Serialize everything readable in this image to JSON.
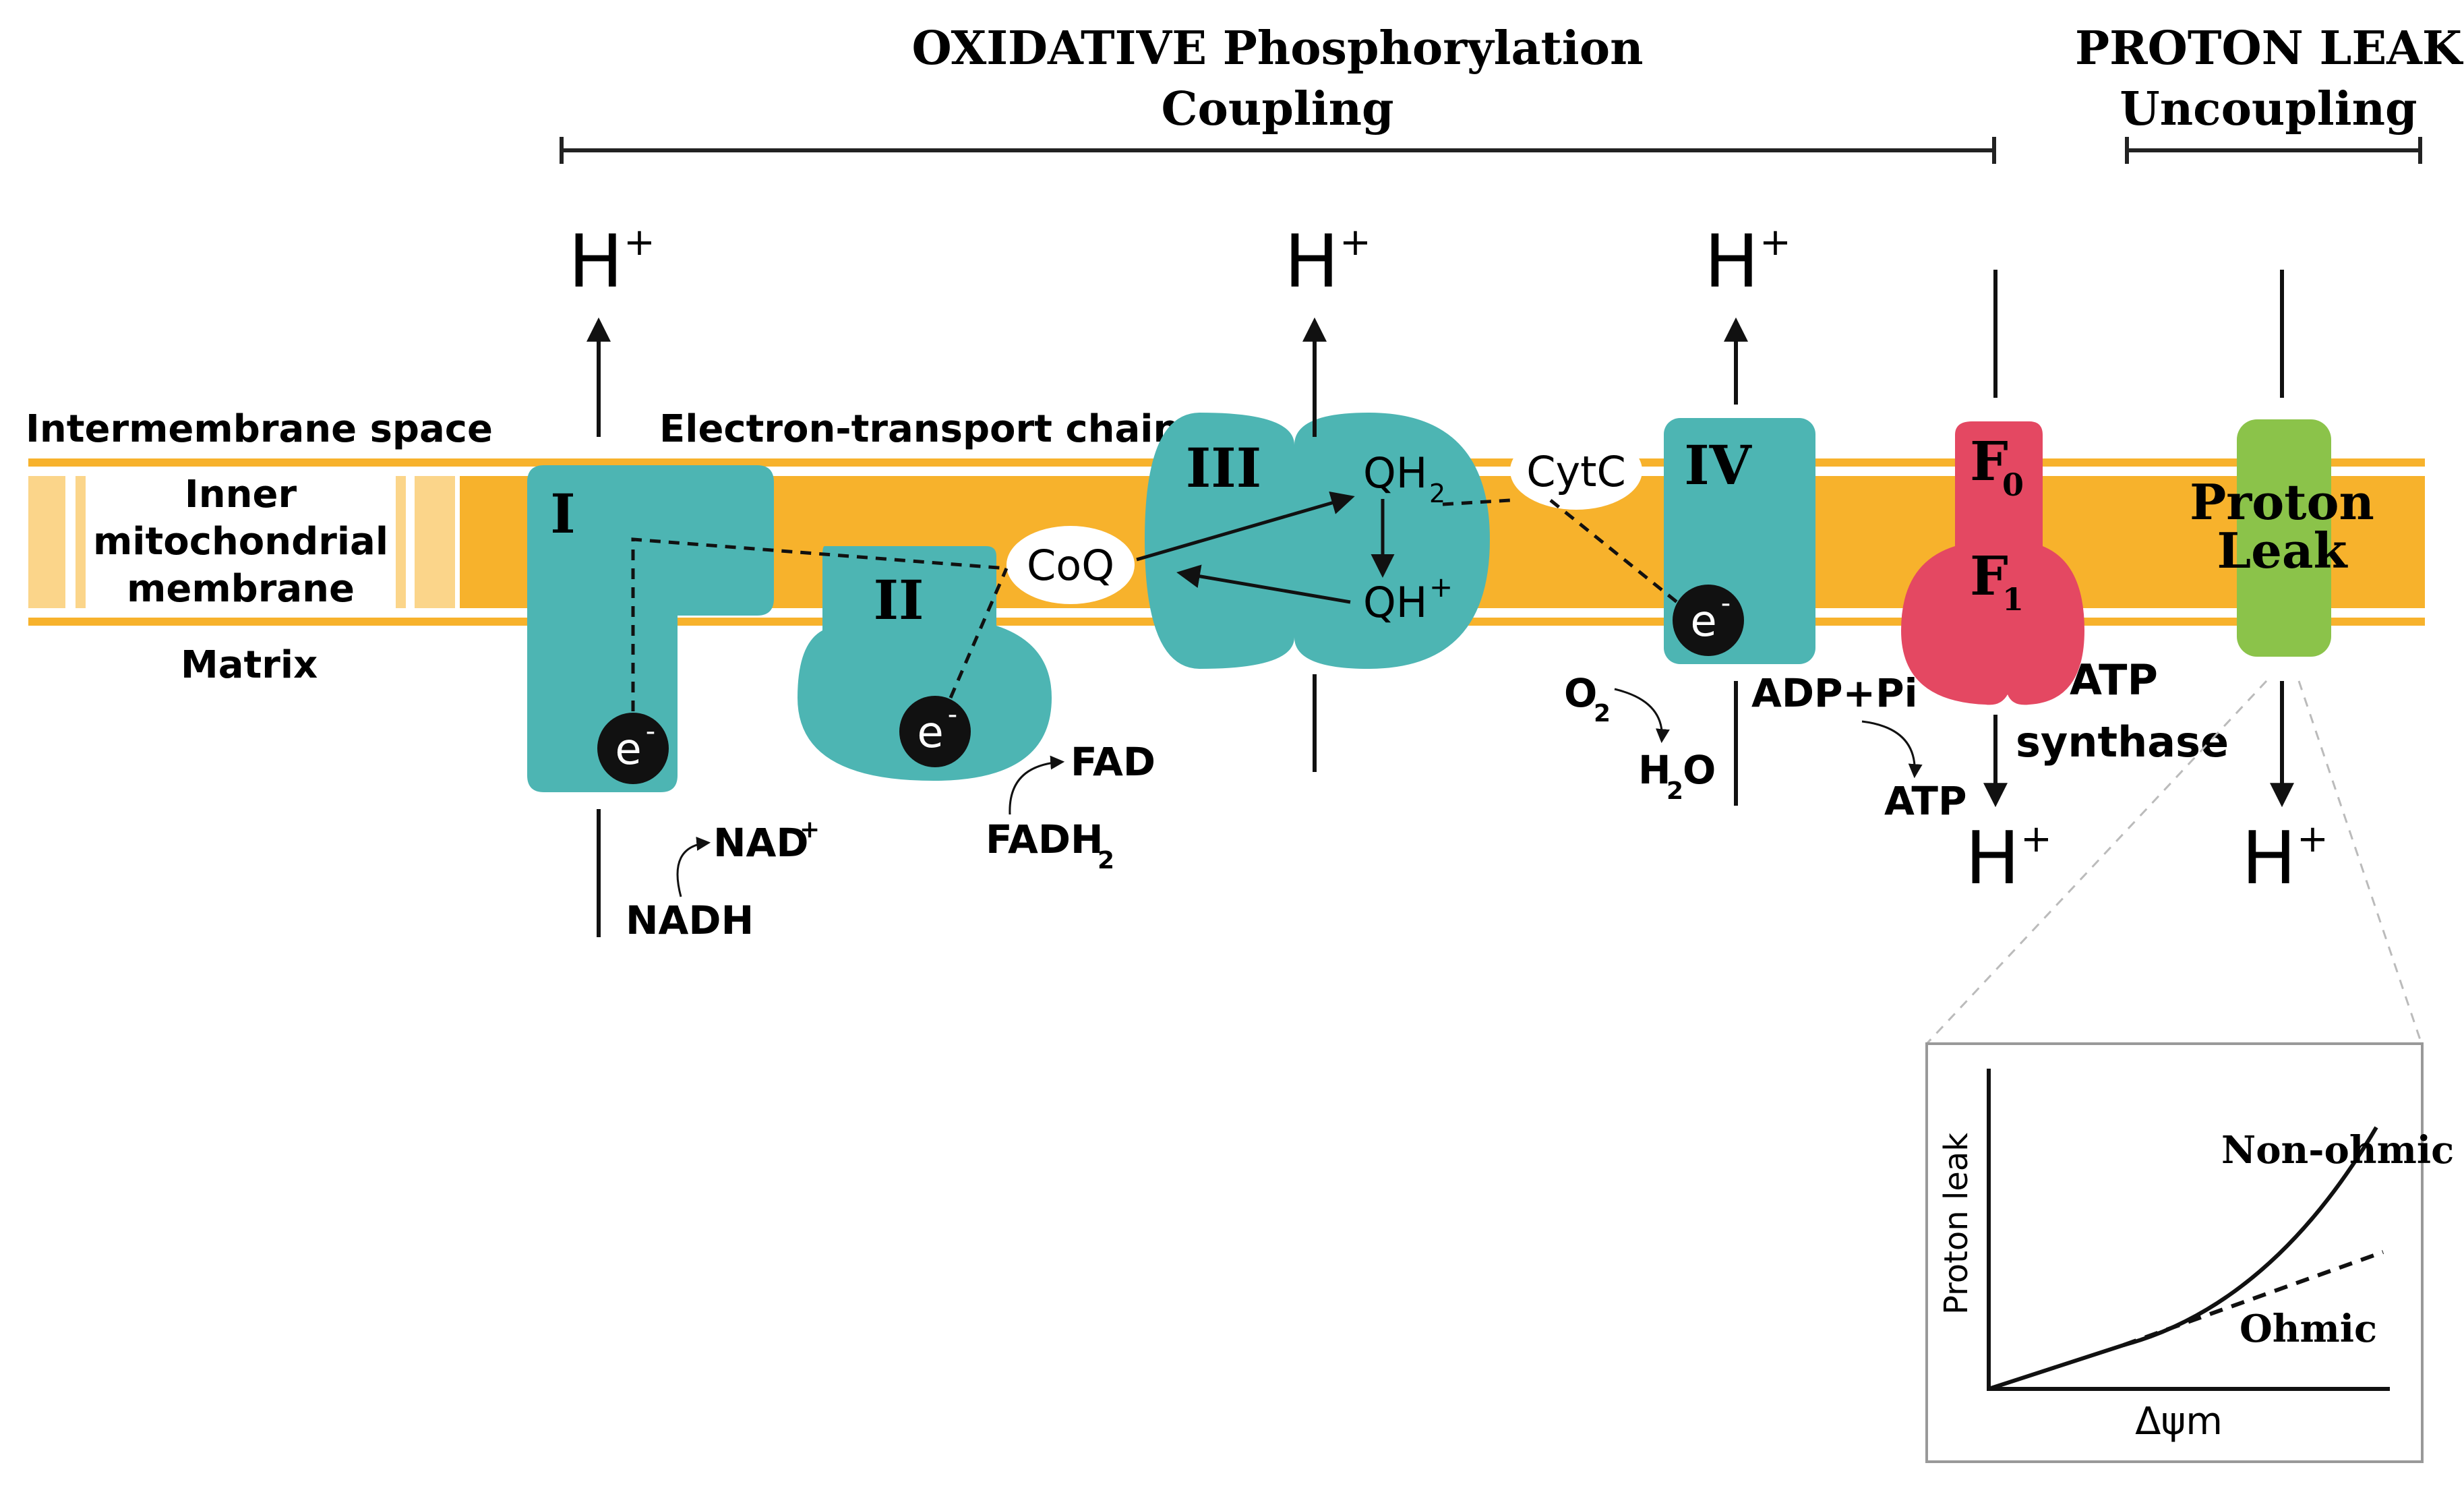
{
  "header": {
    "oxphos_title": "OXIDATIVE Phosphorylation",
    "oxphos_sub": "Coupling",
    "leak_title": "PROTON LEAK",
    "leak_sub": "Uncoupling"
  },
  "regions": {
    "intermembrane": "Intermembrane space",
    "inner_1": "Inner",
    "inner_2": "mitochondrial",
    "inner_3": "membrane",
    "matrix": "Matrix",
    "etc": "Electron-transport chain"
  },
  "proton": {
    "h": "H",
    "plus": "+"
  },
  "complexes": {
    "c1": "I",
    "c2": "II",
    "c3": "III",
    "c4": "IV",
    "f0_base": "F",
    "f0_sub": "0",
    "f1_base": "F",
    "f1_sub": "1",
    "leak_1": "Proton",
    "leak_2": "Leak"
  },
  "carriers": {
    "coq": "CoQ",
    "cytc": "CytC",
    "qh2_base": "QH",
    "qh2_sub": "2",
    "qh_base": "QH",
    "qh_sup": "+",
    "electron": "e",
    "electron_sup": "-"
  },
  "substrates": {
    "nadh": "NADH",
    "nad_base": "NAD",
    "nad_sup": "+",
    "fad": "FAD",
    "fadh2_base": "FADH",
    "fadh2_sub": "2",
    "o2_base": "O",
    "o2_sub": "2",
    "h2o_a": "H",
    "h2o_sub": "2",
    "h2o_b": "O",
    "adp_pi": "ADP+Pi",
    "atp": "ATP",
    "atp_synthase_1": "ATP",
    "atp_synthase_2": "synthase"
  },
  "inset": {
    "ylabel": "Proton leak",
    "xlabel": "Δψm",
    "nonohmic": "Non-ohmic",
    "ohmic": "Ohmic"
  },
  "colors": {
    "membrane": "#F7B22C",
    "membrane_light": "#FBD58A",
    "complex": "#4DB5B3",
    "atp_synthase": "#E44862",
    "proton_leak": "#8BC34A",
    "ink": "#111111"
  }
}
